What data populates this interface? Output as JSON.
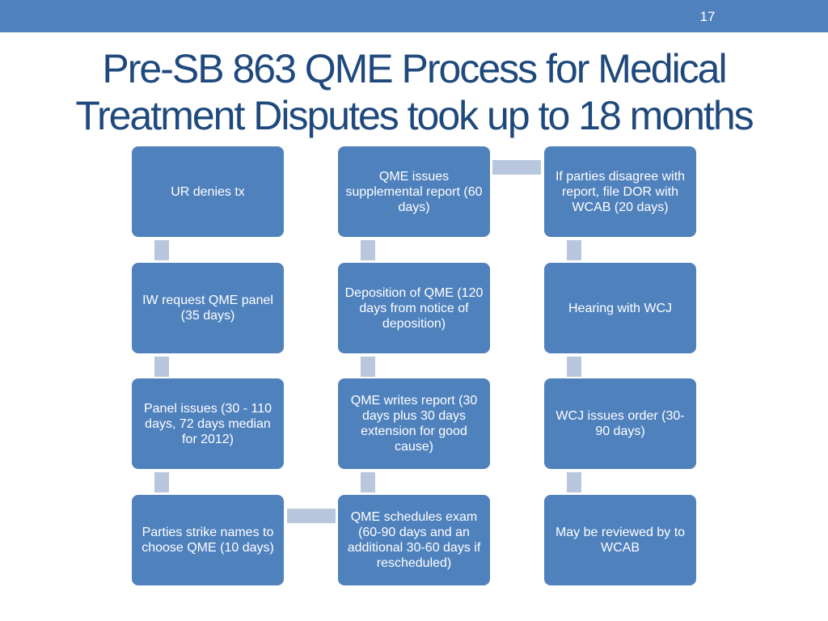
{
  "slide_number": "17",
  "title": {
    "line1": "Pre-SB 863 QME Process for Medical",
    "line2": "Treatment Disputes took up to 18 months"
  },
  "boxes": {
    "col1": [
      "UR denies tx",
      "IW request QME panel (35 days)",
      "Panel issues (30 - 110 days, 72 days median for 2012)",
      "Parties strike names to choose QME (10 days)"
    ],
    "col2": [
      "QME issues supplemental report (60 days)",
      "Deposition of QME (120 days from notice of deposition)",
      "QME writes report (30 days plus 30 days extension for good cause)",
      "QME schedules exam (60-90 days and an additional 30-60 days if rescheduled)"
    ],
    "col3": [
      "If parties disagree with report, file DOR with WCAB (20 days)",
      "Hearing with WCJ",
      "WCJ issues order (30-90 days)",
      "May be reviewed by to WCAB"
    ]
  },
  "colors": {
    "header_bar": "#4f81bd",
    "box_fill": "#4f81bd",
    "connector": "#b8c7de",
    "title_text": "#1f497d"
  }
}
